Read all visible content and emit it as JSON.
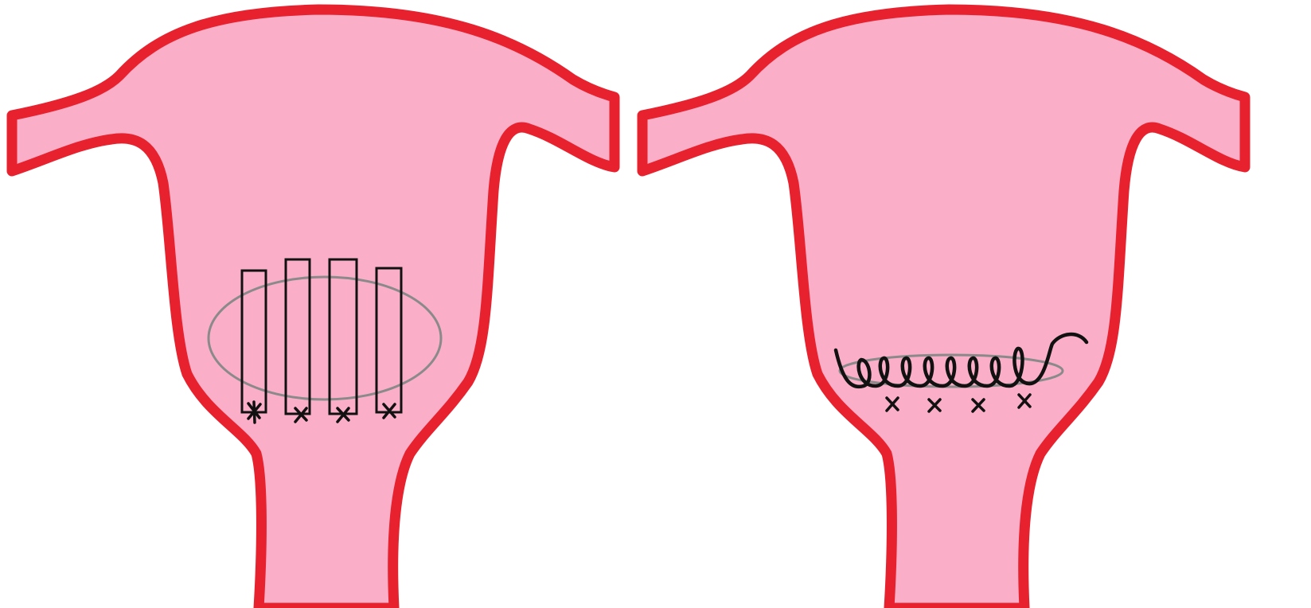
{
  "colors": {
    "background": "#ffffff",
    "organ_fill": "#fbaec8",
    "organ_outline": "#e8212e",
    "suture": "#111111",
    "defect_outline": "#8a8a8a"
  },
  "panels": [
    {
      "id": "left",
      "suture_technique": "vertical-mattress-sutures",
      "stitch_count": 4,
      "knot_count": 4
    },
    {
      "id": "right",
      "suture_technique": "continuous-running-suture",
      "loop_count": 8,
      "knot_count": 4
    }
  ]
}
